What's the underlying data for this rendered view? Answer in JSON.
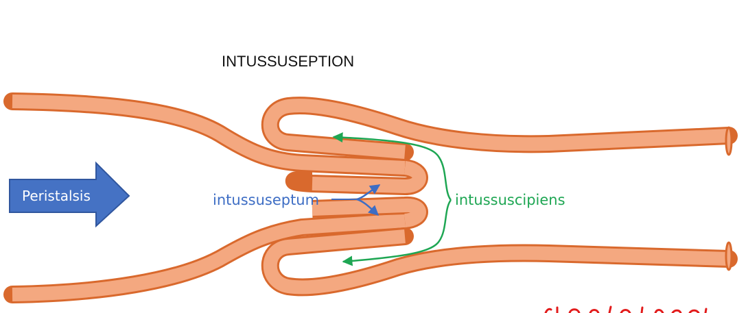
{
  "title": "INTUSSUSEPTION",
  "labels": {
    "peristalsis": "Peristalsis",
    "intussuseptum": "intussuseptum",
    "intussuscipiens": "intussuscipiens"
  },
  "colors": {
    "bowel_fill": "#F4A880",
    "bowel_stroke": "#D9692D",
    "arrow_blue": "#4572C4",
    "arrow_blue_stroke": "#30569E",
    "label_blue": "#3D6DC4",
    "label_green": "#1EA653",
    "watermark_red": "#E21B1B"
  },
  "icons": {
    "peristalsis_arrow": "right-arrow-icon"
  }
}
